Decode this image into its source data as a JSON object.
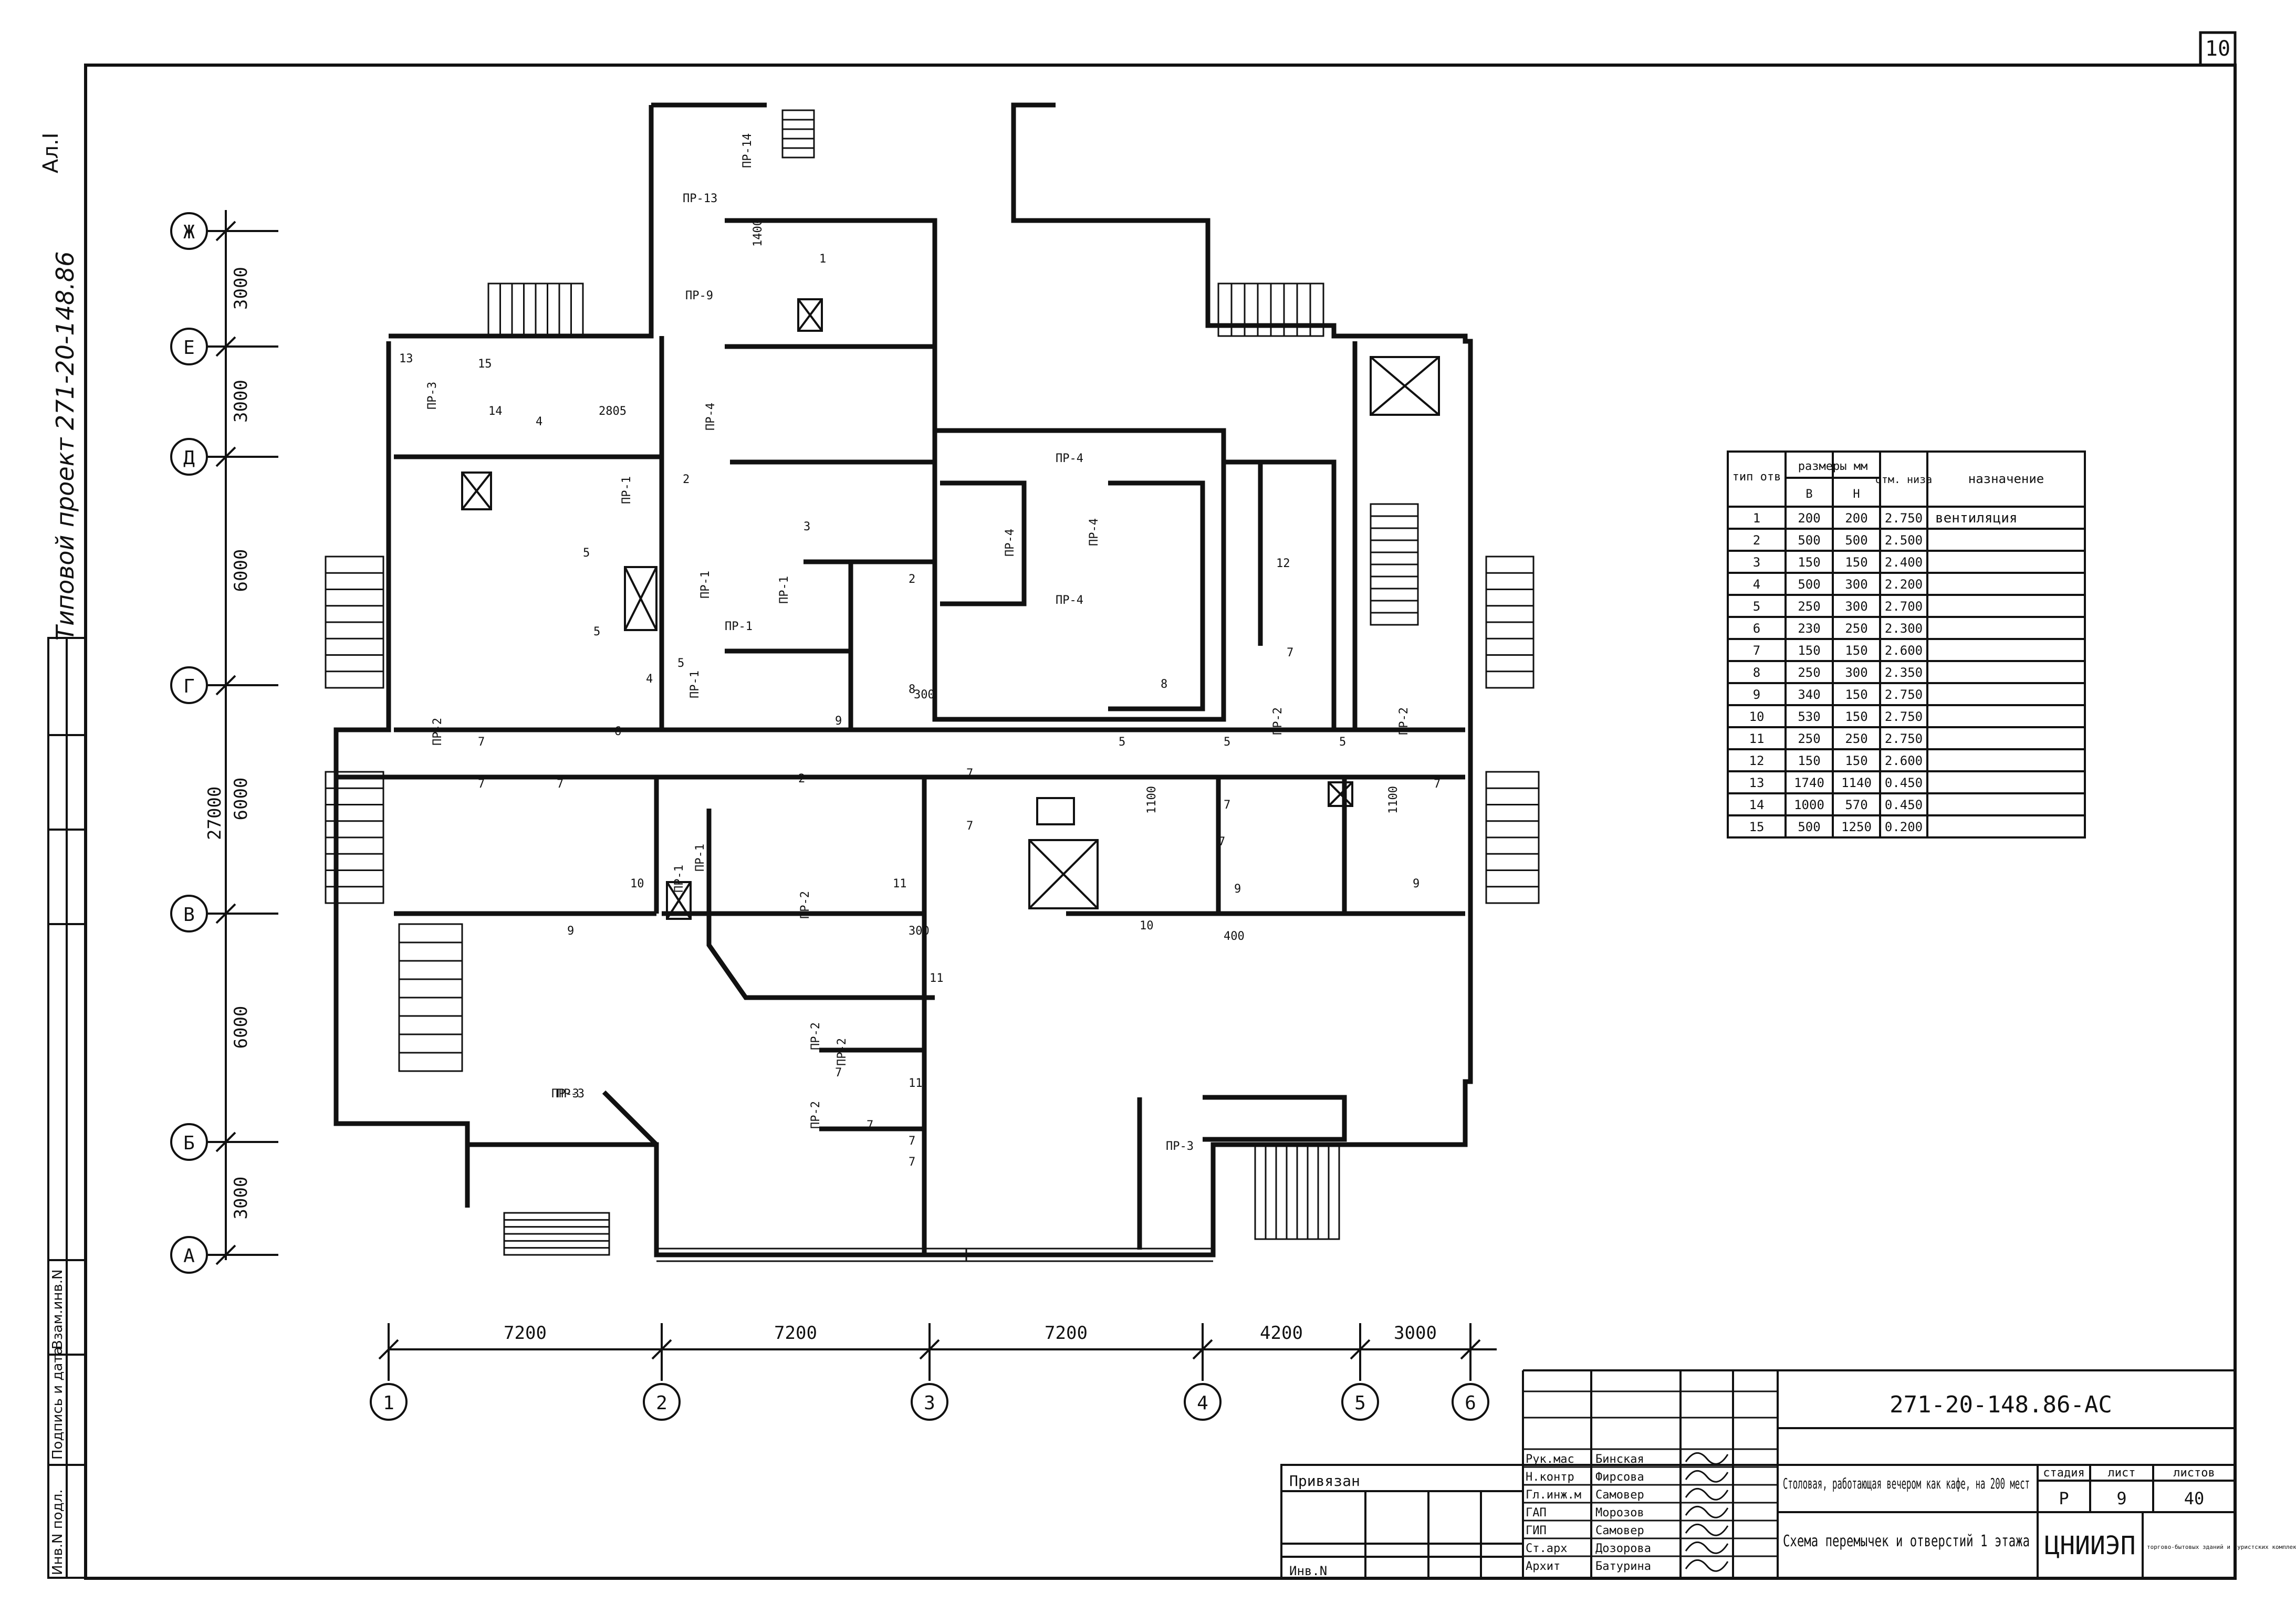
{
  "sheet": {
    "number": "10",
    "page_ref": "Ал.I",
    "title_vertical": "Типовой проект 271-20-148.86"
  },
  "grid_axes": {
    "columns": [
      "1",
      "2",
      "3",
      "4",
      "5",
      "6"
    ],
    "rows": [
      "Ж",
      "Е",
      "Д",
      "Г",
      "В",
      "Б",
      "А"
    ],
    "column_spacings": [
      "7200",
      "7200",
      "7200",
      "4200",
      "3000"
    ],
    "row_spacings": [
      "3000",
      "3000",
      "6000",
      "6000",
      "6000",
      "3000"
    ],
    "overall_row": "27000"
  },
  "plan_labels": {
    "pr": [
      "ПР-14",
      "ПР-13",
      "ПР-9",
      "ПР-3",
      "ПР-4",
      "ПР-3",
      "ПР-1",
      "ПР-1",
      "ПР-1",
      "ПР-1",
      "ПР-1",
      "ПР-4",
      "ПР-4",
      "ПР-4",
      "ПР-4",
      "ПР-2",
      "ПР-2",
      "ПР-2",
      "ПР-1",
      "ПР-2",
      "ПР-2",
      "ПР-2",
      "ПР-3",
      "ПР-2",
      "ПР-3",
      "ПР-1"
    ],
    "holes": [
      "1",
      "13",
      "15",
      "14",
      "4",
      "2",
      "3",
      "2",
      "5",
      "5",
      "5",
      "6",
      "8",
      "9",
      "8",
      "2",
      "7",
      "7",
      "7",
      "7",
      "7",
      "7",
      "5",
      "5",
      "7",
      "10",
      "11",
      "10",
      "9",
      "9",
      "9",
      "11",
      "7",
      "7",
      "11",
      "7",
      "7",
      "12",
      "4",
      "7",
      "7",
      "5"
    ],
    "dims": [
      "1400",
      "2805",
      "1100",
      "1100",
      "400",
      "300",
      "300"
    ]
  },
  "hole_table": {
    "headers": {
      "type": "тип отв",
      "sizes": "размеры мм",
      "b": "В",
      "h": "Н",
      "elev": "отм. низа",
      "purpose": "назначение"
    },
    "rows": [
      {
        "n": "1",
        "b": "200",
        "h": "200",
        "z": "2.750",
        "p": "вентиляция"
      },
      {
        "n": "2",
        "b": "500",
        "h": "500",
        "z": "2.500",
        "p": ""
      },
      {
        "n": "3",
        "b": "150",
        "h": "150",
        "z": "2.400",
        "p": ""
      },
      {
        "n": "4",
        "b": "500",
        "h": "300",
        "z": "2.200",
        "p": ""
      },
      {
        "n": "5",
        "b": "250",
        "h": "300",
        "z": "2.700",
        "p": ""
      },
      {
        "n": "6",
        "b": "230",
        "h": "250",
        "z": "2.300",
        "p": ""
      },
      {
        "n": "7",
        "b": "150",
        "h": "150",
        "z": "2.600",
        "p": ""
      },
      {
        "n": "8",
        "b": "250",
        "h": "300",
        "z": "2.350",
        "p": ""
      },
      {
        "n": "9",
        "b": "340",
        "h": "150",
        "z": "2.750",
        "p": ""
      },
      {
        "n": "10",
        "b": "530",
        "h": "150",
        "z": "2.750",
        "p": ""
      },
      {
        "n": "11",
        "b": "250",
        "h": "250",
        "z": "2.750",
        "p": ""
      },
      {
        "n": "12",
        "b": "150",
        "h": "150",
        "z": "2.600",
        "p": ""
      },
      {
        "n": "13",
        "b": "1740",
        "h": "1140",
        "z": "0.450",
        "p": ""
      },
      {
        "n": "14",
        "b": "1000",
        "h": "570",
        "z": "0.450",
        "p": ""
      },
      {
        "n": "15",
        "b": "500",
        "h": "1250",
        "z": "0.200",
        "p": ""
      }
    ]
  },
  "title_block": {
    "code": "271-20-148.86-АС",
    "project": "Столовая, работающая вечером как кафе, на 200 мест",
    "drawing": "Схема перемычек и отверстий 1 этажа",
    "stage_label": "стадия",
    "sheet_label": "лист",
    "sheets_label": "листов",
    "stage": "Р",
    "sheet": "9",
    "sheets": "40",
    "org": "ЦНИИЭП",
    "org_sub": "торгово-бытовых зданий и туристских комплексов",
    "privyazan": "Привязан",
    "inv": "Инв.N",
    "people": [
      {
        "role": "Рук.мас",
        "name": "Бинская"
      },
      {
        "role": "Н.контр",
        "name": "Фирсова"
      },
      {
        "role": "Гл.инж.м",
        "name": "Самовер"
      },
      {
        "role": "ГАП",
        "name": "Морозов"
      },
      {
        "role": "ГИП",
        "name": "Самовер"
      },
      {
        "role": "Ст.арх",
        "name": "Дозорова"
      },
      {
        "role": "Архит",
        "name": "Батурина"
      }
    ],
    "left_stamp": [
      "Инв.N подл.",
      "Подпись и дата",
      "Взам.инв.N"
    ]
  },
  "colors": {
    "ink": "#111111",
    "paper": "#ffffff"
  }
}
